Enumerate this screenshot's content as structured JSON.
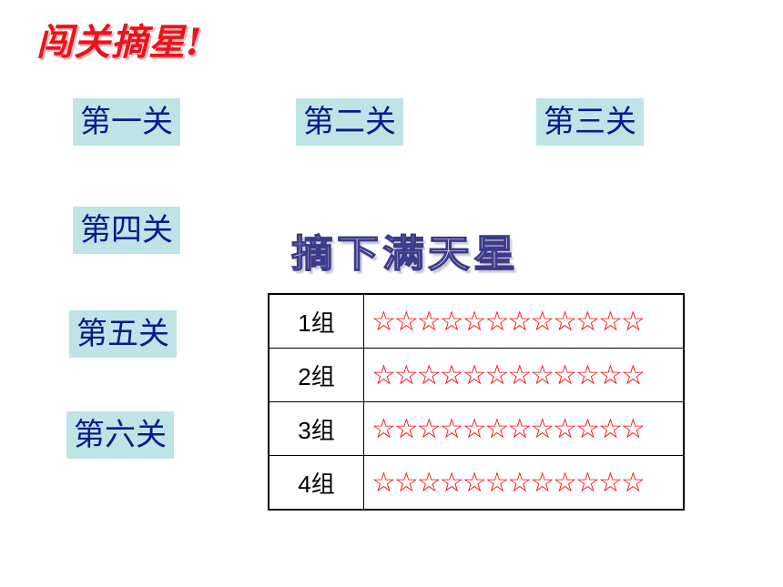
{
  "title": "闯关摘星!",
  "levels": [
    "第一关",
    "第二关",
    "第三关",
    "第四关",
    "第五关",
    "第六关"
  ],
  "headline": "摘下满天星",
  "groups": [
    {
      "label": "1组",
      "stars": "☆☆☆☆☆☆☆☆☆☆☆☆"
    },
    {
      "label": "2组",
      "stars": "☆☆☆☆☆☆☆☆☆☆☆☆"
    },
    {
      "label": "3组",
      "stars": "☆☆☆☆☆☆☆☆☆☆☆☆"
    },
    {
      "label": "4组",
      "stars": "☆☆☆☆☆☆☆☆☆☆☆☆"
    }
  ],
  "colors": {
    "title": "#e8141c",
    "level_bg": "#bfe4e6",
    "level_text": "#0a1a8c",
    "star": "#ff0000"
  }
}
